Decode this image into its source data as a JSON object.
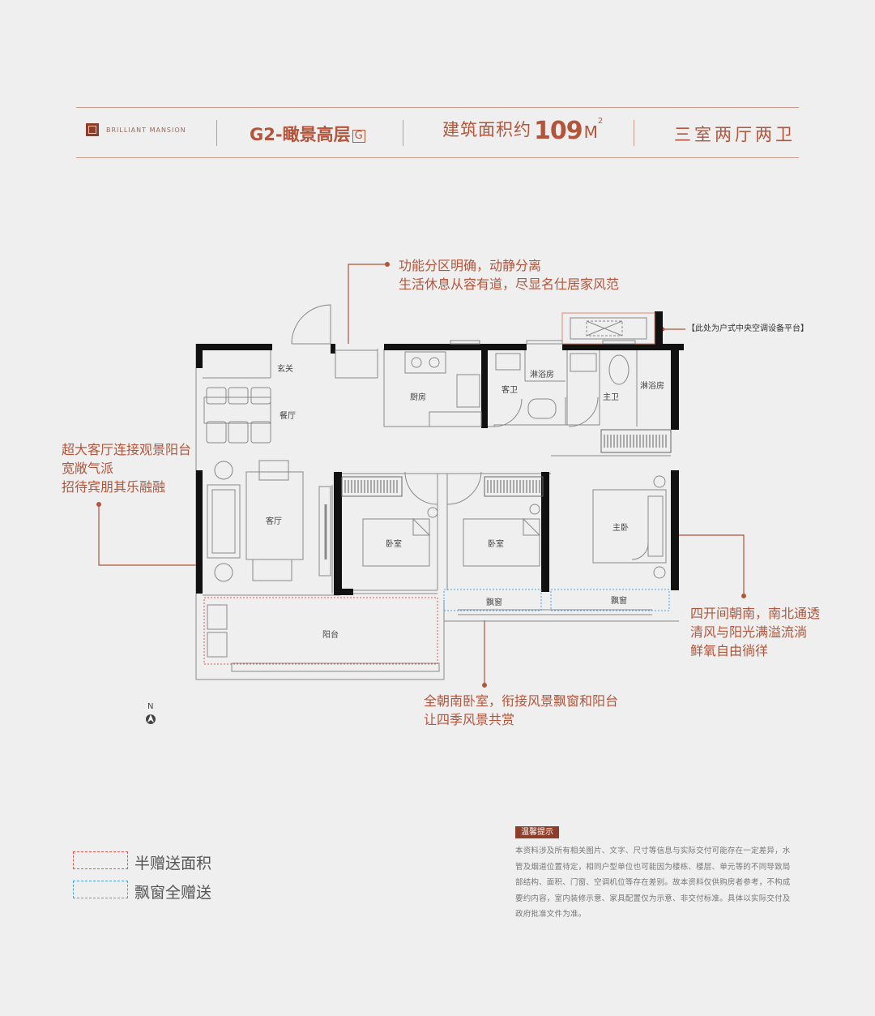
{
  "header": {
    "brand": "BRILLIANT MANSION",
    "unit": "G2-瞰景高层",
    "unit_badge": "G",
    "area_label": "建筑面积约",
    "area_value": "109",
    "area_unit": "M",
    "area_sup": "2",
    "layout": "三室两厅两卫"
  },
  "callouts": {
    "top_line1": "功能分区明确，动静分离",
    "top_line2": "生活休息从容有道，尽显名仕居家风范",
    "left_line1": "超大客厅连接观景阳台",
    "left_line2": "宽敞气派",
    "left_line3": "招待宾朋其乐融融",
    "right_line1": "四开间朝南，南北通透",
    "right_line2": "清风与阳光满溢流淌",
    "right_line3": "鲜氧自由徜徉",
    "bottom_line1": "全朝南卧室，衔接风景飘窗和阳台",
    "bottom_line2": "让四季风景共赏",
    "ac_platform": "【此处为户式中央空调设备平台】"
  },
  "rooms": {
    "entry": "玄关",
    "dining": "餐厅",
    "kitchen": "厨房",
    "guest_bath": "客卫",
    "shower1": "淋浴房",
    "master_bath": "主卫",
    "shower2": "淋浴房",
    "living": "客厅",
    "bedroom1": "卧室",
    "bedroom2": "卧室",
    "master_bedroom": "主卧",
    "bay1": "飘窗",
    "bay2": "飘窗",
    "balcony": "阳台"
  },
  "compass": "N",
  "legend": {
    "half_gift": "半赠送面积",
    "bay_gift": "飘窗全赠送"
  },
  "notice": {
    "title": "温馨提示",
    "body": "本资料涉及所有相关图片、文字、尺寸等信息与实际交付可能存在一定差异，水管及烟道位置待定，相同户型单位也可能因为楼栋、楼层、单元等的不同导致局部结构、面积、门窗、空调机位等存在差别。故本资料仅供购房者参考，不构成要约内容，室内装修示意、家具配置仅为示意、非交付标准。具体以实际交付及政府批准文件为准。"
  },
  "colors": {
    "accent": "#b2553b",
    "rule": "#c89a88",
    "wall": "#111111",
    "half_gift": "#e2574c",
    "bay_gift": "#4aa3df",
    "background": "#efefef"
  }
}
